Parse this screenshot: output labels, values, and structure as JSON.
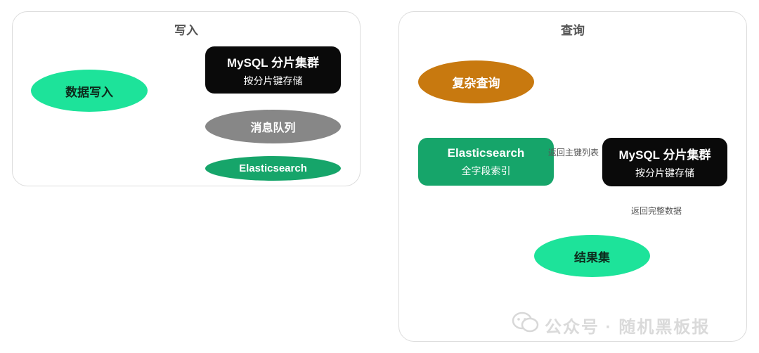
{
  "write_panel": {
    "title": "写入",
    "data_write": "数据写入",
    "mysql_title": "MySQL 分片集群",
    "mysql_sub": "按分片键存储",
    "mq": "消息队列",
    "es": "Elasticsearch"
  },
  "query_panel": {
    "title": "查询",
    "complex_query": "复杂查询",
    "es_title": "Elasticsearch",
    "es_sub": "全字段索引",
    "mysql_title": "MySQL 分片集群",
    "mysql_sub": "按分片键存储",
    "edge_return_keys": "返回主键列表",
    "edge_return_full": "返回完整数据",
    "result": "结果集"
  },
  "watermark": {
    "text": "公众号 · 随机黑板报"
  },
  "colors": {
    "mint": "#1de39a",
    "green": "#16a56a",
    "black": "#0a0a0a",
    "gray": "#878787",
    "amber": "#c8790f"
  }
}
